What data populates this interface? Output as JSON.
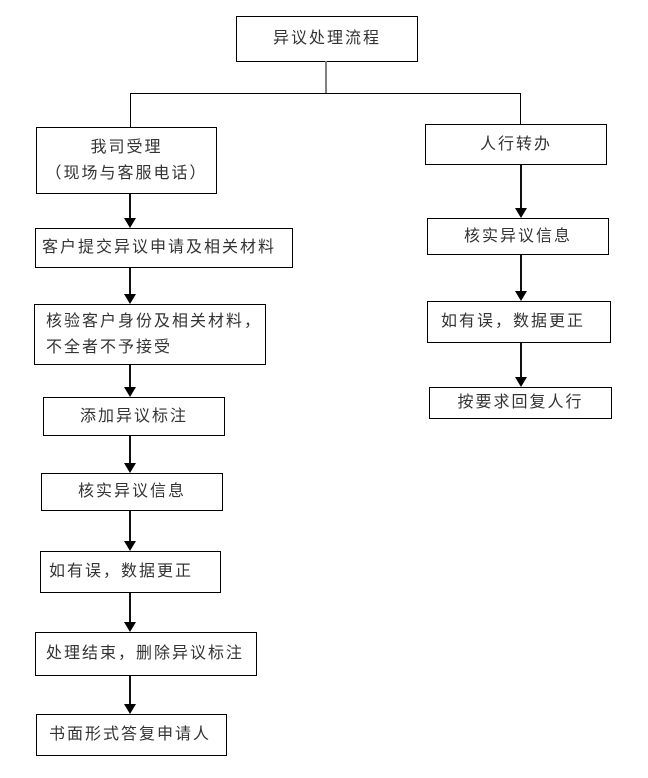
{
  "diagram": {
    "type": "flowchart",
    "colors": {
      "background": "#ffffff",
      "box_border": "#000000",
      "arrow": "#000000",
      "title_stem_connector": "#808080",
      "text": "#333333"
    },
    "title_node": {
      "label": "异议处理流程"
    },
    "left_branch": {
      "steps": [
        {
          "label": "我司受理\n（现场与客服电话）"
        },
        {
          "label": "客户提交异议申请及相关材料"
        },
        {
          "label": "核验客户身份及相关材料，\n不全者不予接受"
        },
        {
          "label": "添加异议标注"
        },
        {
          "label": "核实异议信息"
        },
        {
          "label": "如有误，数据更正"
        },
        {
          "label": "处理结束，删除异议标注"
        },
        {
          "label": "书面形式答复申请人"
        }
      ]
    },
    "right_branch": {
      "steps": [
        {
          "label": "人行转办"
        },
        {
          "label": "核实异议信息"
        },
        {
          "label": "如有误，数据更正"
        },
        {
          "label": "按要求回复人行"
        }
      ]
    }
  }
}
